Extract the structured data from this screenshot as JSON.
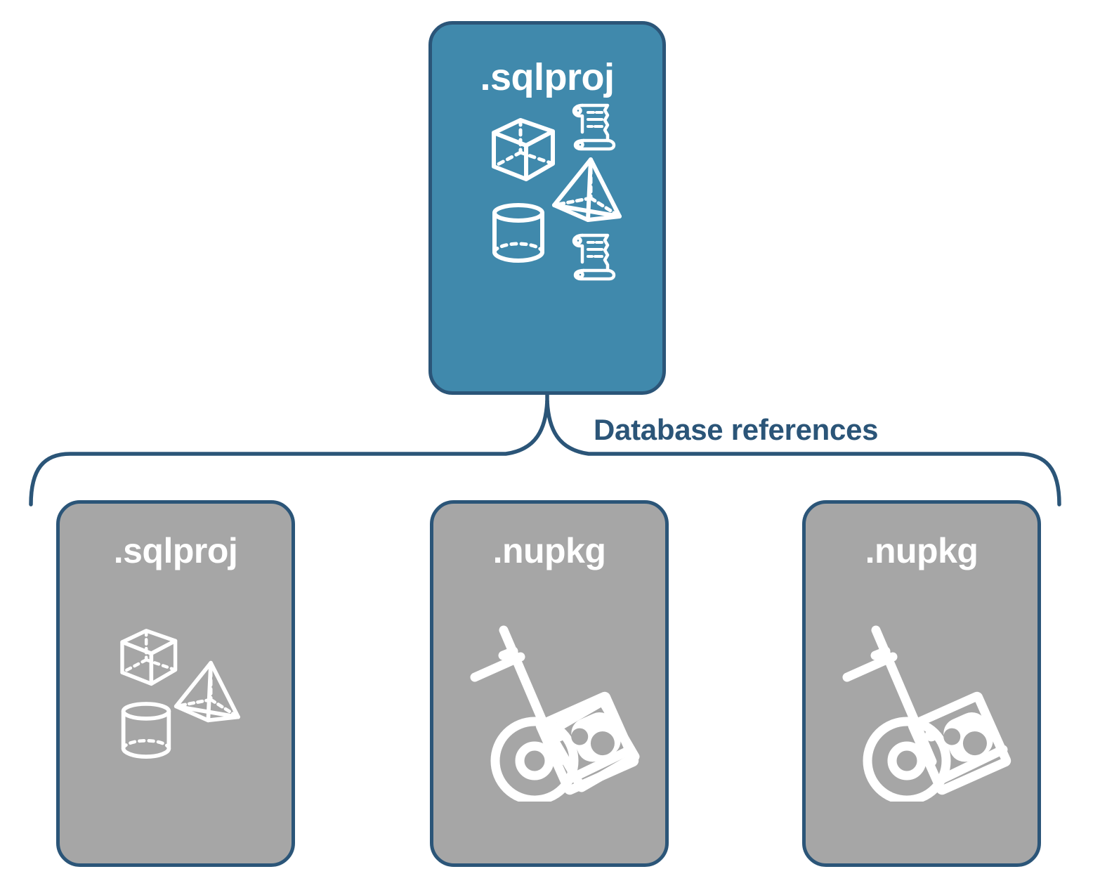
{
  "diagram": {
    "title": "Database references",
    "colors": {
      "primary_card": "#4089ac",
      "secondary_card": "#a6a6a6",
      "outline": "#2b5578",
      "label_text": "#2b5578",
      "icon": "#ffffff",
      "background": "#ffffff"
    },
    "connector": {
      "type": "curly-brace",
      "label": "Database references",
      "orientation": "top-to-bottom",
      "parent": "card-sqlproj-top",
      "children": [
        "card-sqlproj-ref",
        "card-nupkg-1",
        "card-nupkg-2"
      ]
    },
    "nodes": [
      {
        "id": "card-sqlproj-top",
        "label": ".sqlproj",
        "role": "project",
        "fill": "#4089ac",
        "icons": [
          "cube-icon",
          "scroll-icon",
          "pyramid-icon",
          "cylinder-icon",
          "scroll-icon"
        ]
      },
      {
        "id": "card-sqlproj-ref",
        "label": ".sqlproj",
        "role": "referenced-project",
        "fill": "#a6a6a6",
        "icons": [
          "cube-icon",
          "pyramid-icon",
          "cylinder-icon"
        ]
      },
      {
        "id": "card-nupkg-1",
        "label": ".nupkg",
        "role": "referenced-package",
        "fill": "#a6a6a6",
        "icons": [
          "hand-truck-icon",
          "nuget-package-icon"
        ]
      },
      {
        "id": "card-nupkg-2",
        "label": ".nupkg",
        "role": "referenced-package",
        "fill": "#a6a6a6",
        "icons": [
          "hand-truck-icon",
          "nuget-package-icon"
        ]
      }
    ]
  }
}
